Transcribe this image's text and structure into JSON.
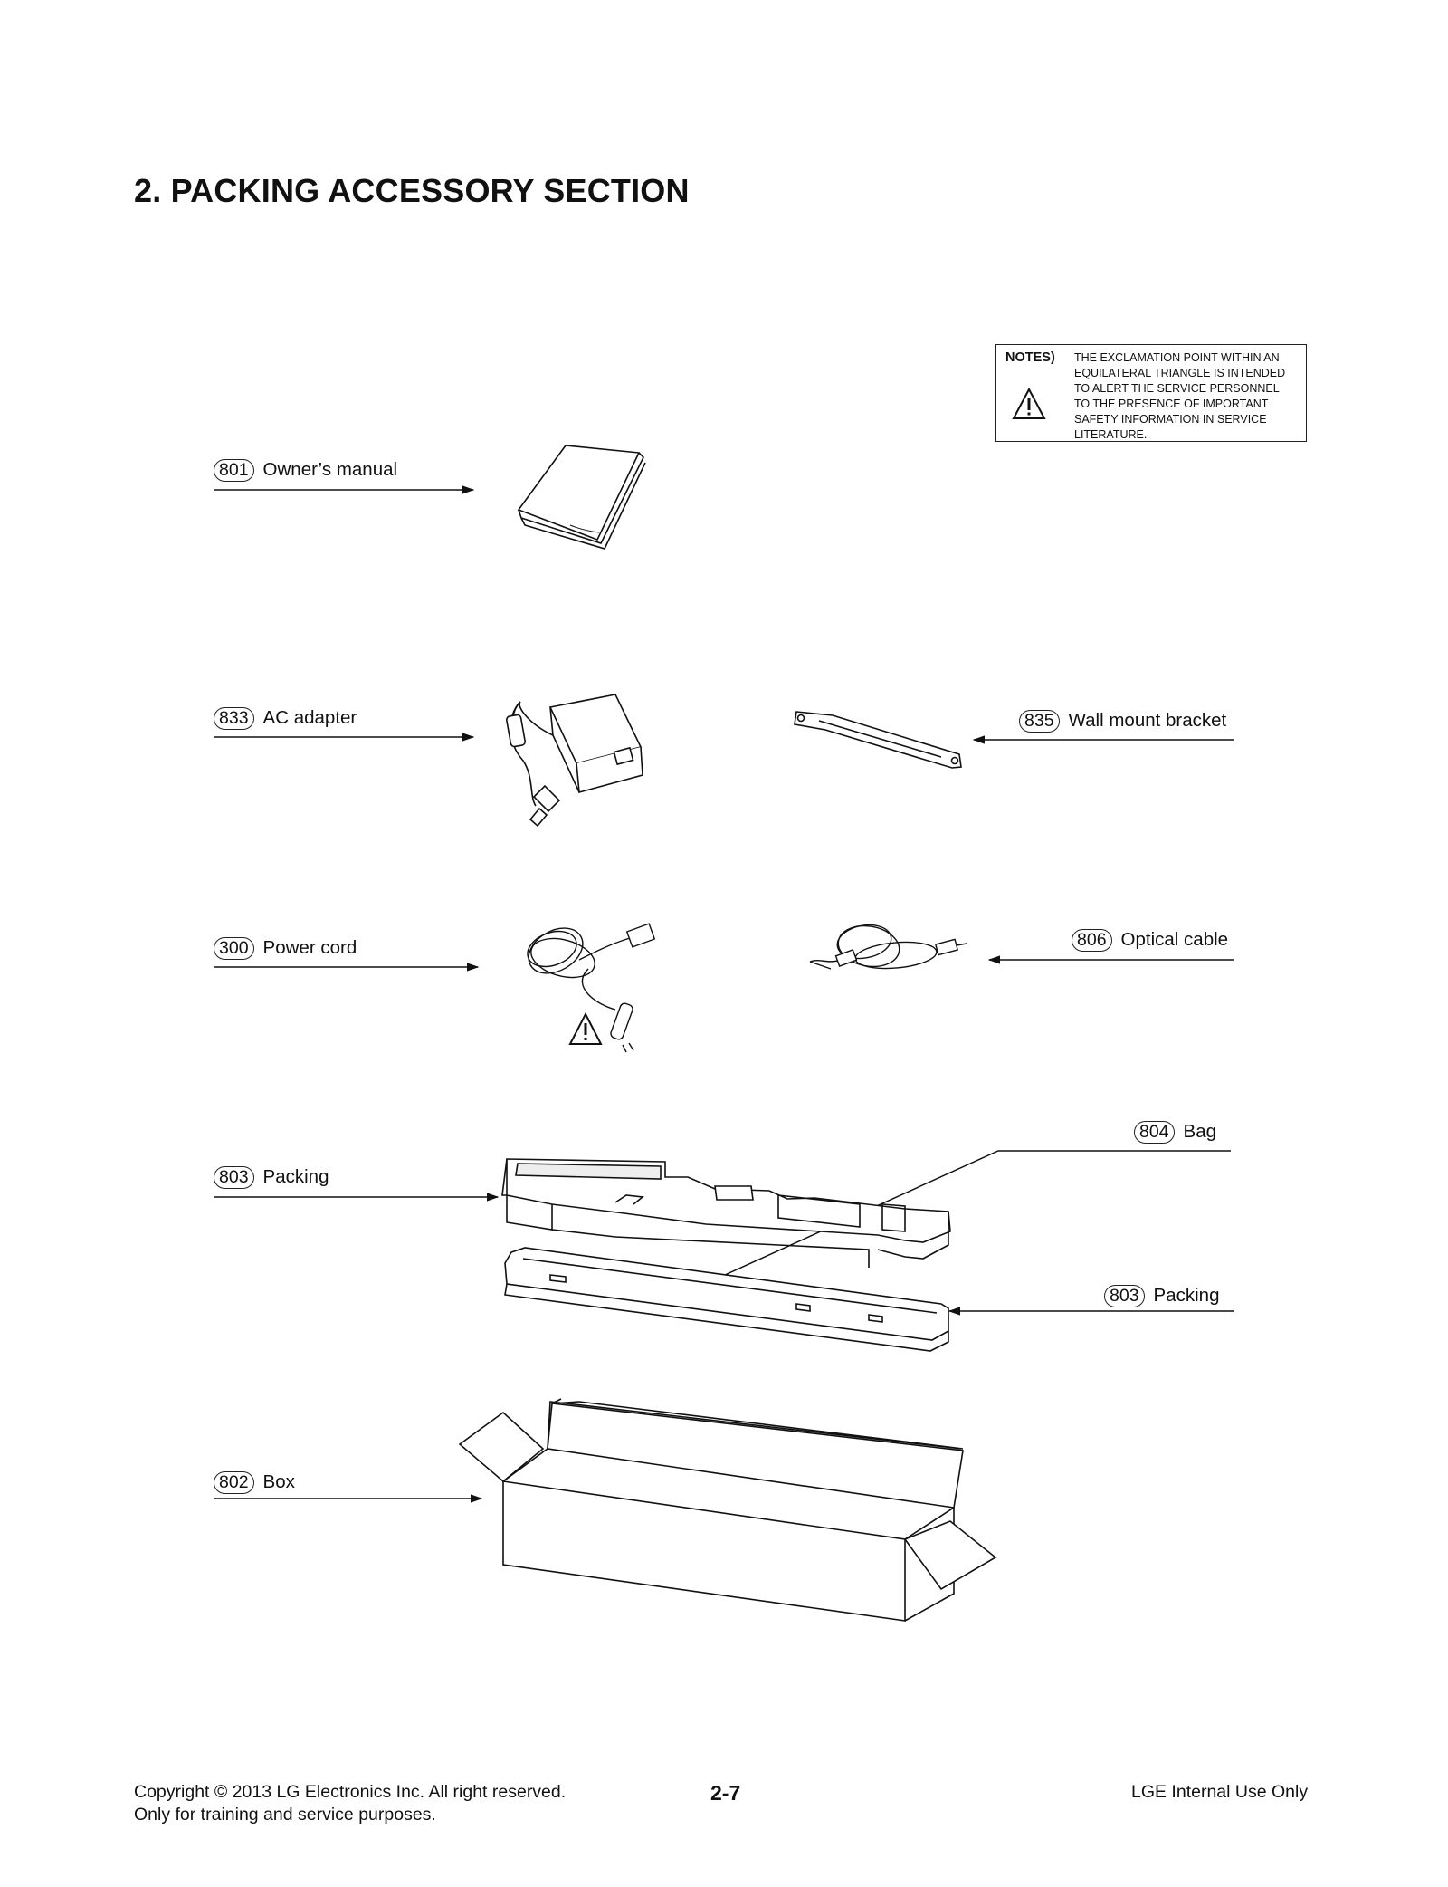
{
  "title": "2. PACKING ACCESSORY SECTION",
  "notes": {
    "heading": "NOTES)",
    "lines": [
      "THE EXCLAMATION POINT WITHIN AN",
      "EQUILATERAL TRIANGLE IS INTENDED",
      "TO ALERT THE SERVICE PERSONNEL",
      "TO THE PRESENCE OF IMPORTANT",
      "SAFETY INFORMATION IN SERVICE",
      "LITERATURE."
    ]
  },
  "parts": [
    {
      "num": "801",
      "name": "Owner’s manual"
    },
    {
      "num": "833",
      "name": "AC adapter"
    },
    {
      "num": "835",
      "name": "Wall mount bracket"
    },
    {
      "num": "300",
      "name": "Power cord"
    },
    {
      "num": "806",
      "name": "Optical cable"
    },
    {
      "num": "804",
      "name": "Bag"
    },
    {
      "num": "803",
      "name": "Packing"
    },
    {
      "num": "803",
      "name": "Packing"
    },
    {
      "num": "802",
      "name": "Box"
    }
  ],
  "footer": {
    "copyright": "Copyright © 2013 LG Electronics Inc. All right reserved.",
    "purpose": "Only for training and service purposes.",
    "page": "2-7",
    "internal": "LGE Internal Use Only"
  }
}
